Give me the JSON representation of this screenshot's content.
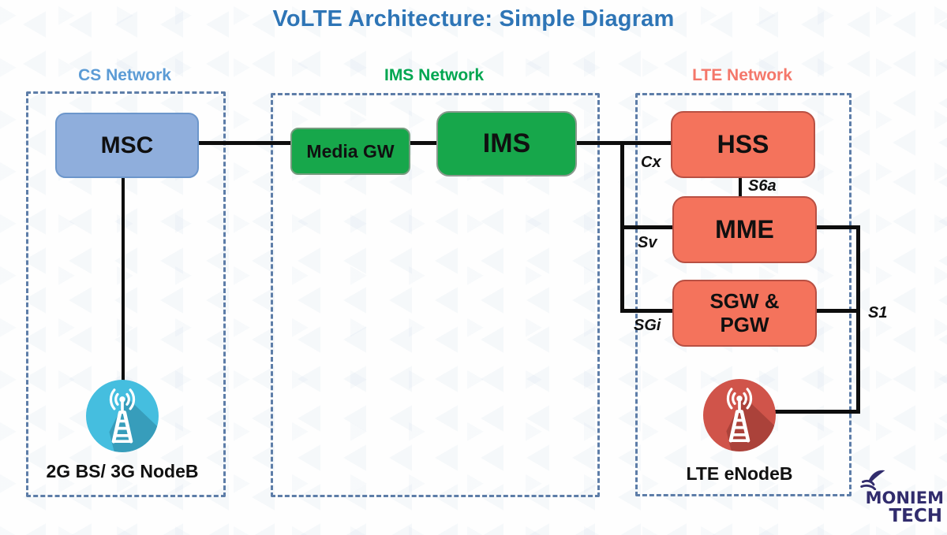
{
  "title": "VoLTE Architecture: Simple Diagram",
  "sections": {
    "cs": {
      "label": "CS Network"
    },
    "ims": {
      "label": "IMS Network"
    },
    "lte": {
      "label": "LTE Network"
    }
  },
  "nodes": {
    "msc": "MSC",
    "media_gw": "Media GW",
    "ims": "IMS",
    "hss": "HSS",
    "mme": "MME",
    "sgw_pgw": {
      "line1": "SGW &",
      "line2": "PGW"
    },
    "bs_2g_label": "2G BS/ 3G NodeB",
    "enodeb_label": "LTE eNodeB"
  },
  "interfaces": {
    "cx": "Cx",
    "s6a": "S6a",
    "sv": "Sv",
    "sgi": "SGi",
    "s1": "S1"
  },
  "logo": {
    "line1": "MONIEM",
    "line2": "TECH"
  },
  "colors": {
    "title": "#2E75B6",
    "cs_accent": "#5B9BD5",
    "ims_accent": "#00A650",
    "lte_accent": "#F4776A",
    "node_blue_fill": "#8FAEDC",
    "node_green_fill": "#17A74B",
    "node_red_fill": "#F4735C",
    "dashed_border": "#5D7DA8",
    "connector": "#0d0d0d",
    "tower_2g_fill": "#45BEDF",
    "tower_lte_fill": "#D0544A",
    "logo_navy": "#312C6D"
  }
}
